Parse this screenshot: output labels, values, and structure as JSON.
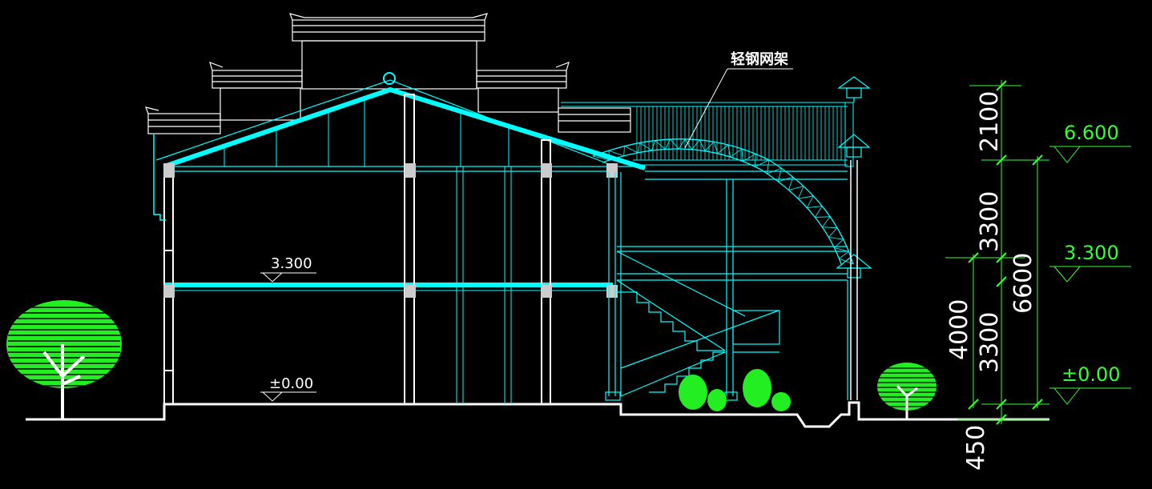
{
  "annotations": {
    "truss_note": "轻钢网架",
    "floor_level_2": "3.300",
    "floor_level_0": "±0.00"
  },
  "elevations": {
    "top": "6.600",
    "mid": "3.300",
    "ground": "±0.00"
  },
  "dimensions": {
    "d2100": "2100",
    "d3300_upper": "3300",
    "d6600": "6600",
    "d4000": "4000",
    "d3300_lower": "3300",
    "d450": "450"
  },
  "colors": {
    "background": "#000000",
    "structure": "#00ffff",
    "outline": "#ffffff",
    "dimension": "#33ff33",
    "trees": "#22ee22"
  }
}
